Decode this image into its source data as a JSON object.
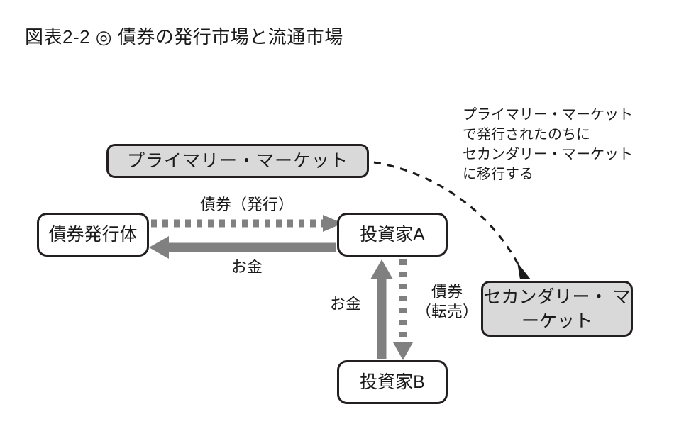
{
  "figure": {
    "title": "図表2-2 ◎ 債券の発行市場と流通市場"
  },
  "colors": {
    "node_fill_gray": "#d9d9d9",
    "node_fill_white": "#ffffff",
    "node_border": "#231f20",
    "arrow_gray": "#808080",
    "dashed_curve": "#1a1a1a",
    "text": "#1a1a1a",
    "background": "#ffffff"
  },
  "nodes": [
    {
      "id": "primary-market",
      "label": "プライマリー・マーケット",
      "fill": "gray"
    },
    {
      "id": "issuer",
      "label": "債券発行体",
      "fill": "white"
    },
    {
      "id": "investor-a",
      "label": "投資家A",
      "fill": "white"
    },
    {
      "id": "investor-b",
      "label": "投資家B",
      "fill": "white"
    },
    {
      "id": "secondary-market",
      "label": "セカンダリー・\nマーケット",
      "fill": "gray"
    }
  ],
  "edges": [
    {
      "id": "issuer-to-investor-a",
      "label": "債券（発行）",
      "style": "dotted",
      "color": "#808080",
      "from": "issuer",
      "to": "investor-a",
      "direction": "right"
    },
    {
      "id": "investor-a-to-issuer",
      "label": "お金",
      "style": "solid",
      "color": "#808080",
      "from": "investor-a",
      "to": "issuer",
      "direction": "left"
    },
    {
      "id": "investor-b-to-investor-a",
      "label": "お金",
      "style": "solid",
      "color": "#808080",
      "from": "investor-b",
      "to": "investor-a",
      "direction": "up"
    },
    {
      "id": "investor-a-to-investor-b",
      "label": "債券\n（転売）",
      "style": "dotted",
      "color": "#808080",
      "from": "investor-a",
      "to": "investor-b",
      "direction": "down"
    },
    {
      "id": "primary-to-secondary",
      "label": "",
      "style": "dashed-curve",
      "color": "#1a1a1a",
      "from": "primary-market",
      "to": "secondary-market",
      "direction": "curve-down-right"
    }
  ],
  "annotation": {
    "id": "transfer-note",
    "text": "プライマリー・マーケット\nで発行されたのちに\nセカンダリー・マーケット\nに移行する"
  }
}
